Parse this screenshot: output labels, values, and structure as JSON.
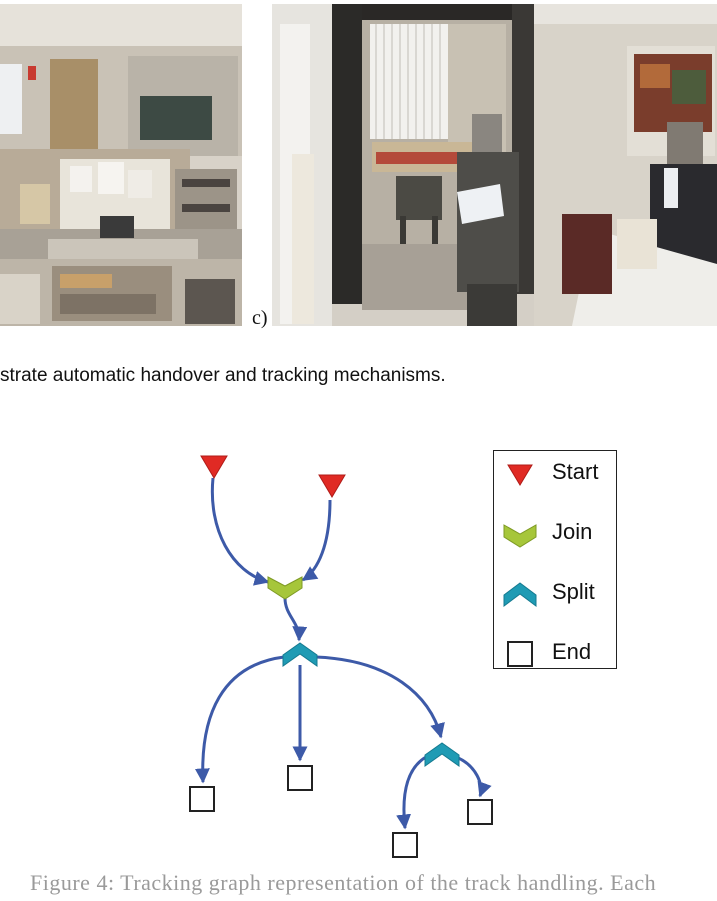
{
  "panel_label": "c)",
  "caption_top": "strate automatic handover and tracking mechanisms.",
  "legend": {
    "items": [
      {
        "label": "Start",
        "icon": "triangle-down-icon",
        "color": "#e02a24"
      },
      {
        "label": "Join",
        "icon": "chevron-down-icon",
        "color": "#a6c63a"
      },
      {
        "label": "Split",
        "icon": "chevron-up-icon",
        "color": "#1f9bb4"
      },
      {
        "label": "End",
        "icon": "square-outline-icon",
        "color": "#222222"
      }
    ]
  },
  "caption_bottom": "Figure 4: Tracking graph representation of the track handling. Each",
  "colors": {
    "edge": "#3d5aa8",
    "start": "#e02a24",
    "join": "#a6c63a",
    "split": "#1f9bb4",
    "end": "#222222"
  }
}
